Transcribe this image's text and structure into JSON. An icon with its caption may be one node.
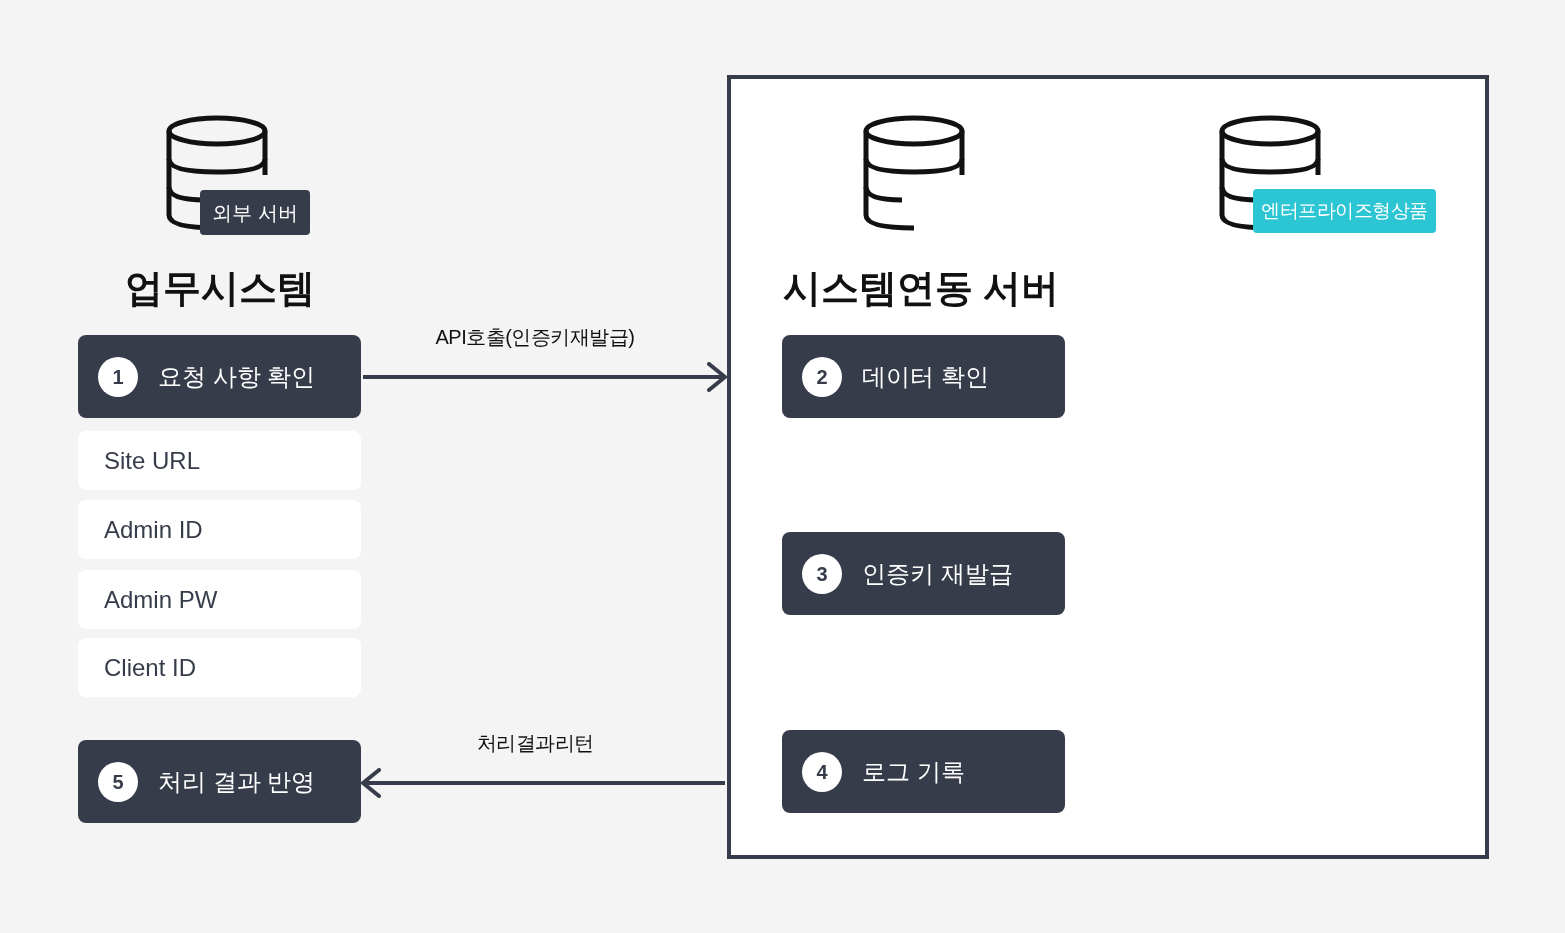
{
  "diagram": {
    "nodes": [
      {
        "text": [
          "1",
          "요청 사항 확인"
        ]
      },
      {
        "text": [
          "Site URL"
        ]
      },
      {
        "text": [
          "Admin ID"
        ]
      },
      {
        "text": [
          "Admin PW"
        ]
      },
      {
        "text": [
          "Client ID"
        ]
      },
      {
        "text": [
          "5",
          "처리 결과 반영"
        ]
      },
      {
        "text": [],
        "shape": "box"
      },
      {
        "text": [
          "2",
          "데이터 확인"
        ],
        "in": 6
      },
      {
        "text": [
          "3",
          "인증키 재발급"
        ],
        "in": 6
      },
      {
        "text": [
          "4",
          "로그 기록"
        ],
        "in": 6
      }
    ],
    "edges": [
      {
        "from": 0,
        "to": 6,
        "arrow": "to",
        "label": "API호출(인증키재발급)"
      },
      {
        "from": 6,
        "to": 5,
        "arrow": "to",
        "label": "처리결과리턴"
      }
    ],
    "labels": [
      "외부 서버",
      "업무시스템",
      "시스템연동 서버",
      "엔터프라이즈형상품"
    ]
  }
}
